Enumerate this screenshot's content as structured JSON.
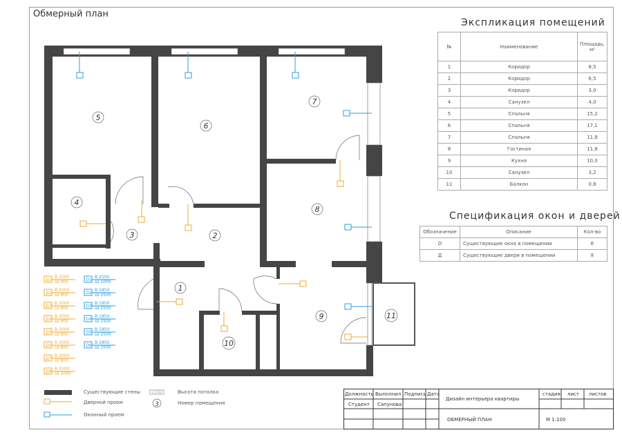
{
  "sheet_title": "Обмерный план",
  "colors": {
    "wall": "#454545",
    "door": "#f0a830",
    "window": "#2a9ee0"
  },
  "explication": {
    "title": "Экспликация помещений",
    "headers": [
      "№",
      "Наименование",
      "Площадь, м²"
    ],
    "rows": [
      [
        "1",
        "Коридор",
        "8,5"
      ],
      [
        "2",
        "Коридор",
        "6,5"
      ],
      [
        "3",
        "Коридор",
        "3,0"
      ],
      [
        "4",
        "Санузел",
        "4,0"
      ],
      [
        "5",
        "Спальня",
        "15,2"
      ],
      [
        "6",
        "Спальня",
        "17,1"
      ],
      [
        "7",
        "Спальня",
        "11,8"
      ],
      [
        "8",
        "Гостиная",
        "11,8"
      ],
      [
        "9",
        "Кухня",
        "10,0"
      ],
      [
        "10",
        "Санузел",
        "3,2"
      ],
      [
        "11",
        "Балкон",
        "0,8"
      ]
    ]
  },
  "spec": {
    "title": "Спецификация окон и дверей",
    "headers": [
      "Обозначение",
      "Описание",
      "Кол-во"
    ],
    "rows": [
      [
        "О",
        "Существующие окна в помещении",
        "6"
      ],
      [
        "Д",
        "Существующие двери в помещении",
        "8"
      ]
    ]
  },
  "rooms": [
    "1",
    "2",
    "3",
    "4",
    "5",
    "6",
    "7",
    "8",
    "9",
    "10",
    "11"
  ],
  "doors": [
    {
      "tag": "Д1",
      "h": "В 2000",
      "w": "Ш 900"
    },
    {
      "tag": "Д2",
      "h": "В 2000",
      "w": "Ш 800"
    },
    {
      "tag": "Д3",
      "h": "В 2000",
      "w": "Ш 800"
    },
    {
      "tag": "Д4",
      "h": "В 2000",
      "w": "Ш 800"
    },
    {
      "tag": "Д5",
      "h": "В 2000",
      "w": "Ш 800"
    },
    {
      "tag": "Д6",
      "h": "В 2000",
      "w": "Ш 800"
    },
    {
      "tag": "Д7",
      "h": "В 2000",
      "w": "Ш 800"
    },
    {
      "tag": "Д8",
      "h": "В 3500",
      "w": "Ш 1000"
    }
  ],
  "windows": [
    {
      "tag": "О1",
      "h": "В 2500",
      "w": "Ш 1000"
    },
    {
      "tag": "О2",
      "h": "В 1850",
      "w": "Ш 2500"
    },
    {
      "tag": "О3",
      "h": "В 1850",
      "w": "Ш 2500"
    },
    {
      "tag": "О4",
      "h": "В 1850",
      "w": "Ш 2500"
    },
    {
      "tag": "О5",
      "h": "В 1850",
      "w": "Ш 2500"
    },
    {
      "tag": "О6",
      "h": "В 1850",
      "w": "Ш 2500"
    }
  ],
  "legend": {
    "walls": "Существующие стены",
    "door": "Дверной проем",
    "window": "Оконный проем",
    "ceiling": "Высота потолка",
    "ceiling_sample": "h 2700",
    "room_no": "Номер помещения",
    "room_sample": "3",
    "door_sample": "Д1",
    "window_sample": "О1"
  },
  "title_block": {
    "col1": "Должность",
    "col2": "Выполнил",
    "col3": "Подпись",
    "col4": "Дата",
    "role": "Студент",
    "author": "Сапунова",
    "project": "Дизайн интерьера квартиры",
    "stage": "стадия",
    "sheet": "лист",
    "sheets": "листов",
    "drawing": "ОБМЕРНЫЙ ПЛАН",
    "scale": "М 1:100"
  }
}
